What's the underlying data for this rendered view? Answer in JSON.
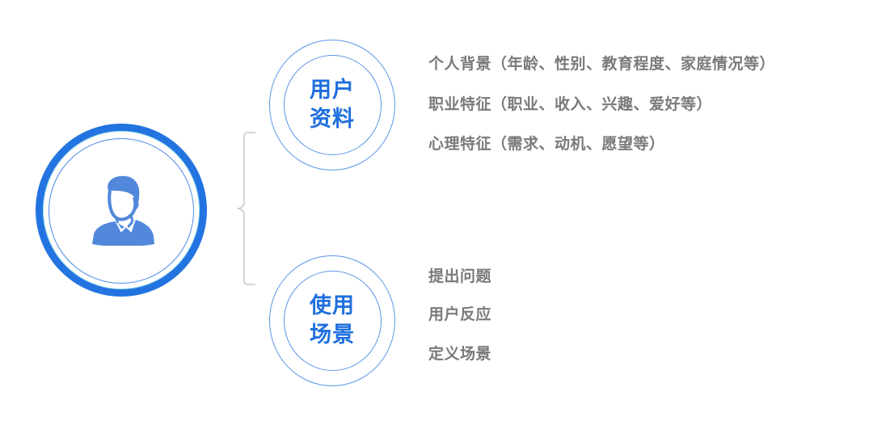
{
  "diagram": {
    "central_node": {
      "icon": "user-avatar-icon",
      "ring_color": "#2374e1",
      "icon_color": "#5188db"
    },
    "branches": [
      {
        "label_line1": "用户",
        "label_line2": "资料",
        "items": [
          "个人背景（年龄、性别、教育程度、家庭情况等）",
          "职业特征（职业、收入、兴趣、爱好等）",
          "心理特征（需求、动机、愿望等）"
        ]
      },
      {
        "label_line1": "使用",
        "label_line2": "场景",
        "items": [
          "提出问题",
          "用户反应",
          "定义场景"
        ]
      }
    ],
    "colors": {
      "accent": "#1f6fde",
      "ring_thin": "#5b95e6",
      "text_gray": "#7a7a7a",
      "bracket": "#c8c8c8"
    }
  }
}
